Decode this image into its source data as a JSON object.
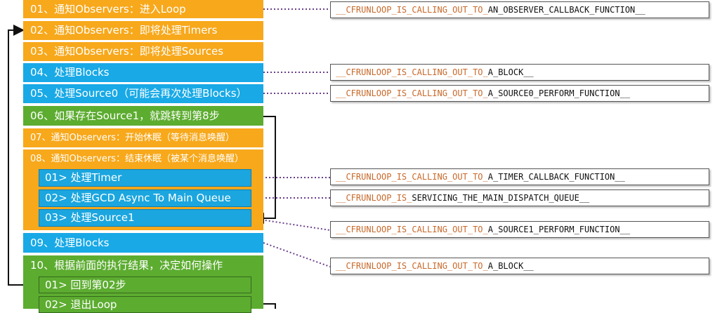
{
  "steps": {
    "s01": "01、通知Observers：进入Loop",
    "s02": "02、通知Observers：即将处理Timers",
    "s03": "03、通知Observers：即将处理Sources",
    "s04": "04、处理Blocks",
    "s05": "05、处理Source0（可能会再次处理Blocks）",
    "s06": "06、如果存在Source1，就跳转到第8步",
    "s07": "07、通知Observers：开始休眠（等待消息唤醒）",
    "s08": "08、通知Observers：结束休眠（被某个消息唤醒）",
    "s08_sub1": "01> 处理Timer",
    "s08_sub2": "02> 处理GCD Async To Main Queue",
    "s08_sub3": "03> 处理Source1",
    "s09": "09、处理Blocks",
    "s10": "10、根据前面的执行结果，决定如何操作",
    "s10_sub1": "01> 回到第02步",
    "s10_sub2": "02> 退出Loop"
  },
  "functions": [
    {
      "prefix": "__CFRUNLOOP_IS_CALLING_OUT_TO_",
      "suffix": "AN_OBSERVER_CALLBACK_FUNCTION__"
    },
    {
      "prefix": "__CFRUNLOOP_IS_CALLING_OUT_TO_",
      "suffix": "A_BLOCK__"
    },
    {
      "prefix": "__CFRUNLOOP_IS_CALLING_OUT_TO_",
      "suffix": "A_SOURCE0_PERFORM_FUNCTION__"
    },
    {
      "prefix": "__CFRUNLOOP_IS_CALLING_OUT_TO_",
      "suffix": "A_TIMER_CALLBACK_FUNCTION__"
    },
    {
      "prefix": "__CFRUNLOOP_IS_",
      "suffix": "SERVICING_THE_MAIN_DISPATCH_QUEUE__"
    },
    {
      "prefix": "__CFRUNLOOP_IS_CALLING_OUT_TO_",
      "suffix": "A_SOURCE1_PERFORM_FUNCTION__"
    },
    {
      "prefix": "__CFRUNLOOP_IS_CALLING_OUT_TO_",
      "suffix": "A_BLOCK__"
    }
  ],
  "colors": {
    "orange": "#f7a81b",
    "blue": "#18a9e6",
    "green": "#5cac30",
    "prefix_text": "#c8692a",
    "connector": "#6a3f8c"
  }
}
